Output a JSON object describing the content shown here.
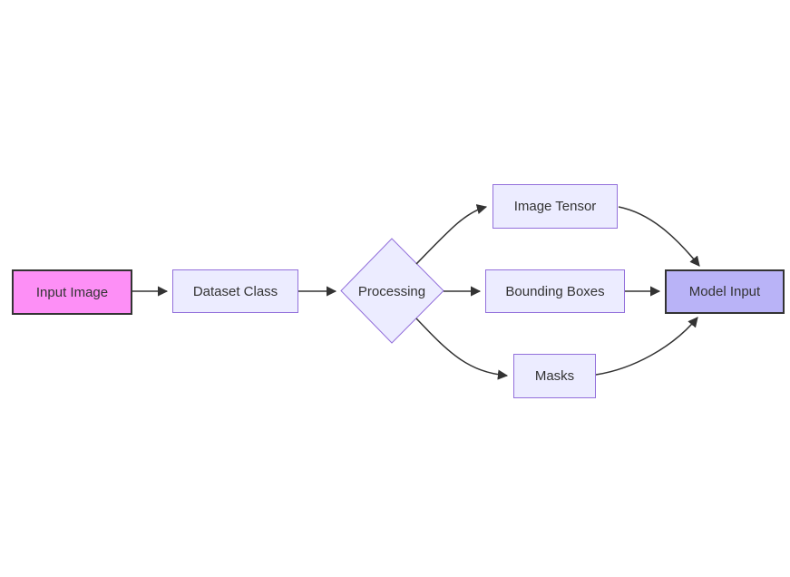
{
  "diagram": {
    "type": "flowchart",
    "direction": "left-to-right",
    "background": "#ffffff",
    "edge_color": "#333333",
    "text_color": "#333333",
    "nodes": [
      {
        "id": "input-image",
        "label": "Input Image",
        "shape": "rectangle",
        "fill": "#fd8ff6",
        "stroke": "#333333",
        "stroke_width": 2
      },
      {
        "id": "dataset-class",
        "label": "Dataset Class",
        "shape": "rectangle",
        "fill": "#ececff",
        "stroke": "#9370db",
        "stroke_width": 1
      },
      {
        "id": "processing",
        "label": "Processing",
        "shape": "diamond",
        "fill": "#ececff",
        "stroke": "#9370db",
        "stroke_width": 1
      },
      {
        "id": "image-tensor",
        "label": "Image Tensor",
        "shape": "rectangle",
        "fill": "#ececff",
        "stroke": "#9370db",
        "stroke_width": 1
      },
      {
        "id": "bounding-boxes",
        "label": "Bounding Boxes",
        "shape": "rectangle",
        "fill": "#ececff",
        "stroke": "#9370db",
        "stroke_width": 1
      },
      {
        "id": "masks",
        "label": "Masks",
        "shape": "rectangle",
        "fill": "#ececff",
        "stroke": "#9370db",
        "stroke_width": 1
      },
      {
        "id": "model-input",
        "label": "Model Input",
        "shape": "rectangle",
        "fill": "#b9b3f7",
        "stroke": "#333333",
        "stroke_width": 2
      }
    ],
    "edges": [
      {
        "from": "input-image",
        "to": "dataset-class",
        "style": "straight"
      },
      {
        "from": "dataset-class",
        "to": "processing",
        "style": "straight"
      },
      {
        "from": "processing",
        "to": "image-tensor",
        "style": "curved-up"
      },
      {
        "from": "processing",
        "to": "bounding-boxes",
        "style": "straight"
      },
      {
        "from": "processing",
        "to": "masks",
        "style": "curved-down"
      },
      {
        "from": "image-tensor",
        "to": "model-input",
        "style": "curved-down"
      },
      {
        "from": "bounding-boxes",
        "to": "model-input",
        "style": "straight"
      },
      {
        "from": "masks",
        "to": "model-input",
        "style": "curved-up"
      }
    ]
  }
}
